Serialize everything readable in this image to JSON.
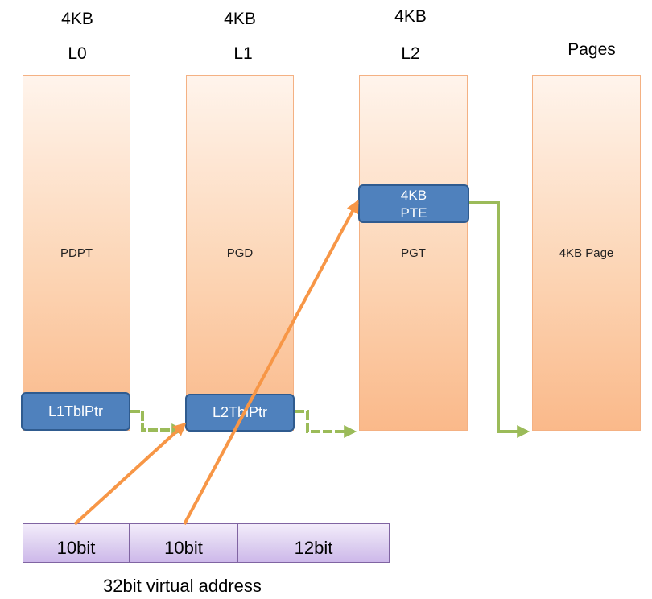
{
  "levels": [
    {
      "size": "4KB",
      "name": "L0",
      "table": "PDPT"
    },
    {
      "size": "4KB",
      "name": "L1",
      "table": "PGD"
    },
    {
      "size": "4KB",
      "name": "L2",
      "table": "PGT"
    },
    {
      "size": "",
      "name": "Pages",
      "table": "4KB Page"
    }
  ],
  "entries": {
    "l1_ptr": "L1TblPtr",
    "l2_ptr": "L2TblPtr",
    "pte_line1": "4KB",
    "pte_line2": "PTE"
  },
  "address_fields": [
    "10bit",
    "10bit",
    "12bit"
  ],
  "caption": "32bit virtual address",
  "colors": {
    "table_fill": "#fab98a",
    "entry_fill": "#4f81bd",
    "address_fill": "#cdb8ea",
    "green_arrow": "#9bbb59",
    "orange_arrow": "#f79646"
  }
}
